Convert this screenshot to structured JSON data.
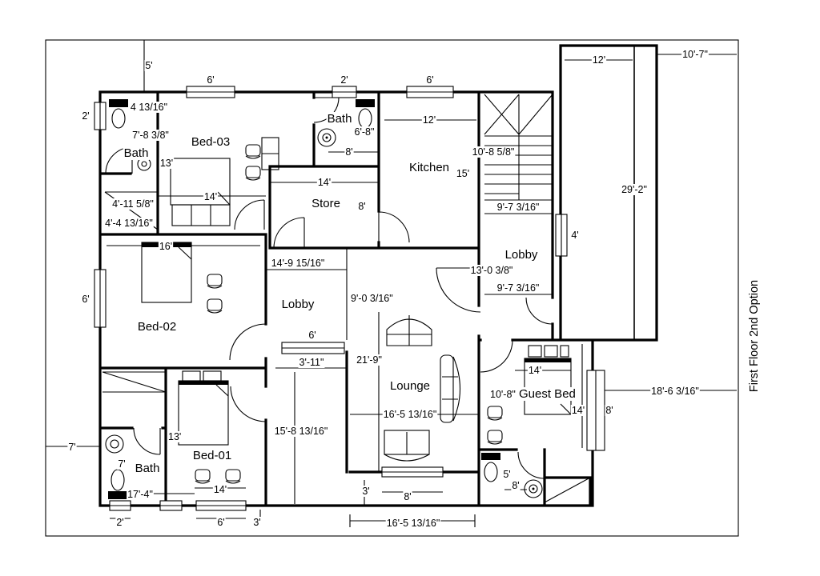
{
  "title": {
    "label": "First Floor 2nd Option"
  },
  "colors": {
    "line": "#000000",
    "background": "#ffffff"
  },
  "rooms": {
    "bath_top_left": "Bath",
    "bed_03": "Bed-03",
    "bath_top_center": "Bath",
    "kitchen": "Kitchen",
    "store": "Store",
    "lobby_right": "Lobby",
    "lobby_center": "Lobby",
    "bed_02": "Bed-02",
    "lounge": "Lounge",
    "guest_bed": "Guest Bed",
    "bath_bottom_left": "Bath",
    "bed_01": "Bed-01"
  },
  "dimensions": {
    "top_offset_5": "5'",
    "win_bed03_6": "6'",
    "win_bath_2": "2'",
    "win_kitchen_6": "6'",
    "corridor_12": "12'",
    "top_right_10_7": "10'-7\"",
    "win_left_2": "2'",
    "bath_tl_toilet": "4 13/16\"",
    "bath_tl_7_8": "7'-8 3/8\"",
    "bed03_13": "13'",
    "bed03_14": "14'",
    "left_4_11": "4'-11 5/8\"",
    "left_4_4": "4'-4 13/16\"",
    "bed02_16": "16'",
    "bath_tc_6_8": "6'-8\"",
    "bath_tc_8": "8'",
    "store_14": "14'",
    "store_8": "8'",
    "kitchen_12": "12'",
    "kitchen_15": "15'",
    "stairs_10_8": "10'-8 5/8\"",
    "lobby_r_top": "9'-7 3/16\"",
    "lobby_r_bottom": "9'-7 3/16\"",
    "lobby_r_13": "13'-0 3/8\"",
    "lobby_r_win_4": "4'",
    "corridor_29_2": "29'-2\"",
    "win_bed02_6": "6'",
    "lobby_c_14_9": "14'-9 15/16\"",
    "lobby_c_9_0": "9'-0 3/16\"",
    "lobby_c_open_6": "6'",
    "hall_3_11": "3'-11\"",
    "hall_15_8": "15'-8 13/16\"",
    "lounge_21_9": "21'-9\"",
    "lounge_16_5": "16'-5 13/16\"",
    "guest_10_8": "10'-8\"",
    "guest_14_w": "14'",
    "guest_14_h": "14'",
    "guest_win_8": "8'",
    "right_18_6": "18'-6 3/16\"",
    "left_7": "7'",
    "bed01_13": "13'",
    "bath_bl_7": "7'",
    "bath_bl_17_4": "17'-4\"",
    "bed01_14": "14'",
    "bottom_2": "2'",
    "bottom_6": "6'",
    "bottom_3": "3'",
    "lounge_bottom_3": "3'",
    "lounge_win_8": "8'",
    "bottom_16_5": "16'-5 13/16\"",
    "bath_br_5": "5'",
    "bath_br_8": "8'"
  },
  "fixtures": [
    "toilet",
    "sink",
    "bed",
    "chair",
    "sofa",
    "desk",
    "stairs",
    "door",
    "window",
    "closet"
  ]
}
